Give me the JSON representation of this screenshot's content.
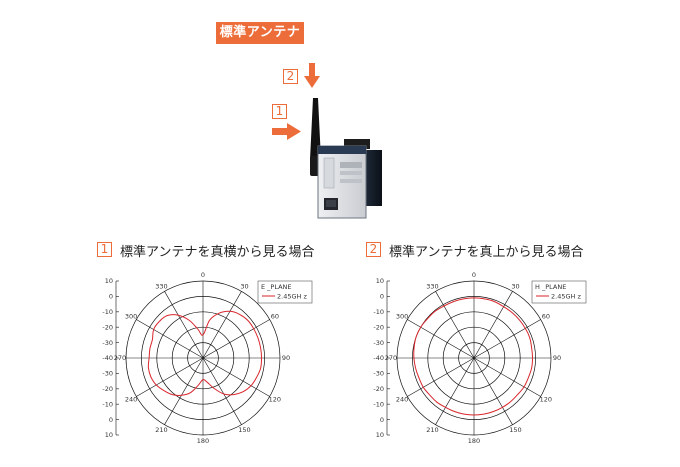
{
  "tag": "標準アンテナ",
  "markers": {
    "m1": "1",
    "m2": "2"
  },
  "titles": {
    "t1": "標準アンテナを真横から見る場合",
    "t2": "標準アンテナを真上から見る場合"
  },
  "colors": {
    "accent": "#ec6d3a",
    "series": "#d9262c",
    "grid": "#111111"
  },
  "chart_data": [
    {
      "type": "polar",
      "angular_ticks": [
        "0",
        "30",
        "60",
        "90",
        "120",
        "150",
        "180",
        "210",
        "240",
        "270",
        "300",
        "330"
      ],
      "radial_ticks": [
        "10",
        "0",
        "-10",
        "-20",
        "-30",
        "-40",
        "-30",
        "-20",
        "-10",
        "0",
        "10"
      ],
      "rlim": [
        -40,
        10
      ],
      "legend_title": "E _PLANE",
      "series": [
        {
          "name": "2.45GH z",
          "angle_deg": [
            0,
            10,
            20,
            30,
            40,
            50,
            60,
            70,
            80,
            90,
            100,
            110,
            120,
            130,
            140,
            150,
            160,
            170,
            180,
            190,
            200,
            210,
            220,
            230,
            240,
            250,
            260,
            270,
            280,
            290,
            300,
            310,
            320,
            330,
            340,
            350
          ],
          "gain_db": [
            -25,
            -15,
            -9,
            -5,
            -3,
            -2,
            -2,
            -2,
            -2,
            -2,
            -2,
            -3,
            -4,
            -6,
            -9,
            -13,
            -19,
            -24,
            -26,
            -22,
            -16,
            -12,
            -9,
            -7,
            -5,
            -4,
            -4,
            -5,
            -5,
            -5,
            -3,
            -3,
            -4,
            -8,
            -14,
            -21
          ]
        }
      ]
    },
    {
      "type": "polar",
      "angular_ticks": [
        "0",
        "30",
        "60",
        "90",
        "120",
        "150",
        "180",
        "210",
        "240",
        "270",
        "300",
        "330"
      ],
      "radial_ticks": [
        "10",
        "0",
        "-10",
        "-20",
        "-30",
        "-40",
        "-30",
        "-20",
        "-10",
        "0",
        "10"
      ],
      "rlim": [
        -40,
        10
      ],
      "legend_title": "H _PLANE",
      "series": [
        {
          "name": "2.45GH z",
          "angle_deg": [
            0,
            10,
            20,
            30,
            40,
            50,
            60,
            70,
            80,
            90,
            100,
            110,
            120,
            130,
            140,
            150,
            160,
            170,
            180,
            190,
            200,
            210,
            220,
            230,
            240,
            250,
            260,
            270,
            280,
            290,
            300,
            310,
            320,
            330,
            340,
            350
          ],
          "gain_db": [
            -1,
            -1,
            -1,
            -1.5,
            -1.5,
            -1.5,
            -1.5,
            -1.5,
            -2,
            -2,
            -2,
            -2.5,
            -2.5,
            -3,
            -3,
            -3,
            -3,
            -3,
            -3,
            -3,
            -3,
            -3,
            -2.5,
            -2.5,
            -2,
            -2,
            -1.5,
            -1,
            -0.5,
            0,
            0,
            -0.5,
            -0.5,
            -1,
            -1,
            -1
          ]
        }
      ]
    }
  ]
}
